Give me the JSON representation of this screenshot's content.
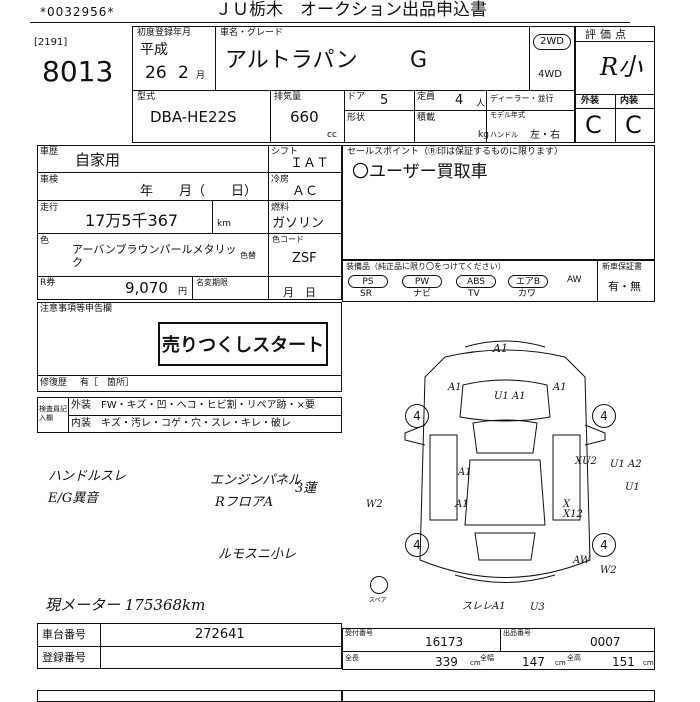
{
  "header": {
    "serial": "*0032956*",
    "title": "ＪＵ栃木　オークション出品申込書",
    "lot_code": "[2191]",
    "lot_no": "8013"
  },
  "reg": {
    "first_reg_label": "初度登録年月",
    "era": "平成",
    "year": "26",
    "month": "2",
    "month_unit": "月",
    "name_label": "車名・グレード",
    "car_name": "アルトラパン",
    "grade": "G",
    "drive_2wd": "2WD",
    "drive_4wd": "4WD"
  },
  "specs": {
    "model_label": "型式",
    "model": "DBA-HE22S",
    "disp_label": "排気量",
    "disp": "660",
    "disp_unit": "cc",
    "doors_label": "ドア",
    "doors": "5",
    "cap_label": "定員",
    "cap": "4",
    "cap_unit": "人",
    "load_label": "積載",
    "load_unit": "kg",
    "history_label": "形状",
    "dealer_label": "ディーラー・並行",
    "model_year_label": "モデル年式",
    "handle_label": "ハンドル",
    "handle": "左・右"
  },
  "rating": {
    "label": "評価点",
    "score": "R小",
    "ext_label": "外装",
    "int_label": "内装",
    "ext": "C",
    "int": "C"
  },
  "left": {
    "usage_label": "車歴",
    "usage": "自家用",
    "shaken_label": "車検",
    "shaken": "年　　月（　　日）",
    "mileage_label": "走行",
    "mileage": "17万5千367",
    "mileage_unit": "km",
    "color_label": "色",
    "color": "アーバンブラウンパールメタリック",
    "recycle_label": "R券",
    "recycle": "9,070",
    "recycle_unit": "円",
    "shift_label": "シフト",
    "shift": "ＩＡＴ",
    "ac_label": "冷房",
    "ac": "ＡＣ",
    "fuel_label": "燃料",
    "fuel": "ガソリン",
    "color_code_label": "色コード",
    "color_change_label": "色替",
    "color_code": "ZSF",
    "tax_label": "名変期限",
    "tax": "月　日"
  },
  "sales": {
    "label": "セールスポイント（Ⓡ印は保証するものに限ります）",
    "point": "〇ユーザー買取車"
  },
  "equip": {
    "label": "装備品（純正品に限り〇をつけてください）",
    "top": [
      "PS",
      "PW",
      "ABS",
      "エアB",
      "AW"
    ],
    "bottom": [
      "SR",
      "ナビ",
      "TV",
      "カワ"
    ],
    "new_label": "新車保証書",
    "new_value": "有・無"
  },
  "notes": {
    "label": "注意事項等申告欄",
    "stamp": "売りつくしスタート",
    "repair_label": "修復歴",
    "repair_value": "有［　箇所］",
    "inspect_label": "検査員記入欄",
    "exterior": "外装　FW・キズ・凹・ヘコ・ヒビ割・リペア跡・×要",
    "interior": "内装　キズ・汚レ・コゲ・穴・スレ・キレ・破レ"
  },
  "handwritten": {
    "line1": "ハンドルスレ",
    "line2": "E/G異音",
    "line3": "エンジンパネル",
    "line4": "RフロアA",
    "line5": "3蓮",
    "line6": "ルモスニ小レ",
    "line7": "現メーター 175368km",
    "ann": [
      "A1",
      "U1 A1",
      "A1",
      "A1",
      "A1",
      "A1",
      "XU2",
      "U1 A2",
      "W2",
      "X X12",
      "AW",
      "U1",
      "U3",
      "スレレA1",
      "スペア",
      "W2"
    ]
  },
  "footer": {
    "vin_label": "車台番号",
    "vin": "272641",
    "reg_label": "登録番号",
    "col1_label": "受付番号",
    "col1": "16173",
    "col2_label": "出品番号",
    "col2": "0007",
    "l_label": "全長",
    "l": "339",
    "l_unit": "cm",
    "w_label": "全幅",
    "w": "147",
    "w_unit": "cm",
    "h_label": "全高",
    "h": "151",
    "h_unit": "cm"
  }
}
